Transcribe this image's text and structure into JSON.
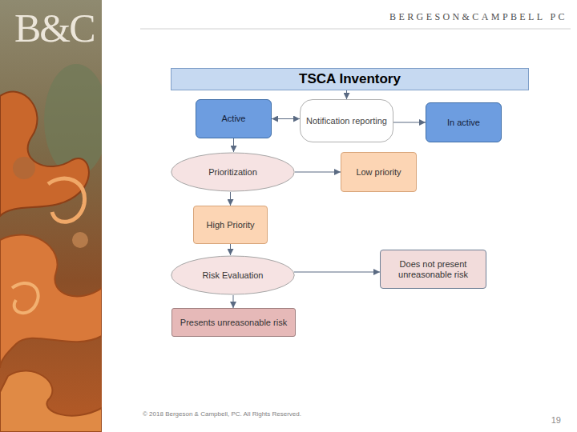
{
  "diagram": {
    "nodes": [
      {
        "text": [
          "TSCA Inventory"
        ]
      },
      {
        "text": [
          "Active"
        ]
      },
      {
        "text": [
          "Notification reporting"
        ]
      },
      {
        "text": [
          "In active"
        ]
      },
      {
        "text": [
          "Prioritization"
        ]
      },
      {
        "text": [
          "Low priority"
        ]
      },
      {
        "text": [
          "High Priority"
        ]
      },
      {
        "text": [
          "Risk Evaluation"
        ]
      },
      {
        "text": [
          "Does not present unreasonable risk"
        ]
      },
      {
        "text": [
          "Presents unreasonable risk"
        ]
      }
    ],
    "edges": [
      {
        "from": 0,
        "to": 2,
        "arrow": "to"
      },
      {
        "from": 1,
        "to": 2,
        "arrow": "both"
      },
      {
        "from": 2,
        "to": 3,
        "arrow": "to"
      },
      {
        "from": 1,
        "to": 4,
        "arrow": "to"
      },
      {
        "from": 4,
        "to": 5,
        "arrow": "to"
      },
      {
        "from": 4,
        "to": 6,
        "arrow": "to"
      },
      {
        "from": 6,
        "to": 7,
        "arrow": "to"
      },
      {
        "from": 7,
        "to": 8,
        "arrow": "to"
      },
      {
        "from": 7,
        "to": 9,
        "arrow": "to"
      }
    ],
    "labels": [
      "B&C",
      "BERGESON&CAMPBELL PC",
      "© 2018 Bergeson & Campbell, PC. All Rights Reserved.",
      "19"
    ]
  }
}
